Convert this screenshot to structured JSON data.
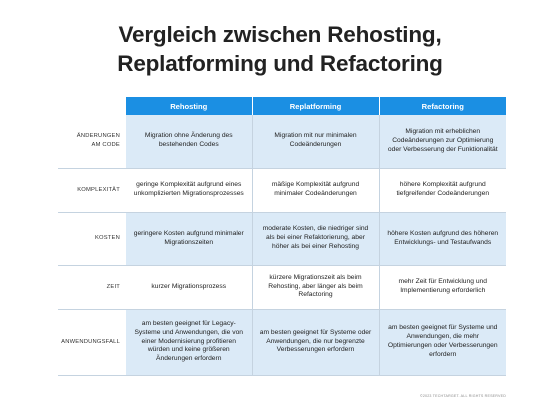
{
  "title": {
    "line1": "Vergleich zwischen Rehosting,",
    "line2": "Replatforming und Refactoring"
  },
  "columns": [
    "Rehosting",
    "Replatforming",
    "Refactoring"
  ],
  "rows": [
    {
      "label1": "ÄNDERUNGEN",
      "label2": "AM CODE",
      "cells": [
        "Migration ohne Änderung des bestehenden Codes",
        "Migration mit nur minimalen Codeänderungen",
        "Migration mit erheblichen Codeänderungen zur Optimierung oder Verbesserung der Funktionalität"
      ]
    },
    {
      "label1": "KOMPLEXITÄT",
      "label2": "",
      "cells": [
        "geringe Komplexität aufgrund eines unkomplizierten Migrationsprozesses",
        "mäßige Komplexität aufgrund minimaler Codeänderungen",
        "höhere Komplexität aufgrund tiefgreifender Codeänderungen"
      ]
    },
    {
      "label1": "KOSTEN",
      "label2": "",
      "cells": [
        "geringere Kosten aufgrund minimaler Migrationszeiten",
        "moderate Kosten, die niedriger sind als bei einer Refaktorierung, aber höher als bei einer Rehosting",
        "höhere Kosten aufgrund des höheren Entwicklungs- und Testaufwands"
      ]
    },
    {
      "label1": "ZEIT",
      "label2": "",
      "cells": [
        "kurzer Migrationsprozess",
        "kürzere Migrationszeit als beim Rehosting, aber länger als beim Refactoring",
        "mehr Zeit für Entwicklung und Implementierung erforderlich"
      ]
    },
    {
      "label1": "ANWENDUNGSFALL",
      "label2": "",
      "cells": [
        "am besten geeignet für Legacy-Systeme und Anwendungen, die von einer Modernisierung profitieren würden und keine größeren Änderungen erfordern",
        "am besten geeignet für Systeme oder Anwendungen, die nur begrenzte Verbesserungen erfordern",
        "am besten geeignet für Systeme und Anwendungen, die mehr Optimierungen oder Verbesserungen erfordern"
      ]
    }
  ],
  "credit": "©2023 TECHTARGET. ALL RIGHTS RESERVED"
}
